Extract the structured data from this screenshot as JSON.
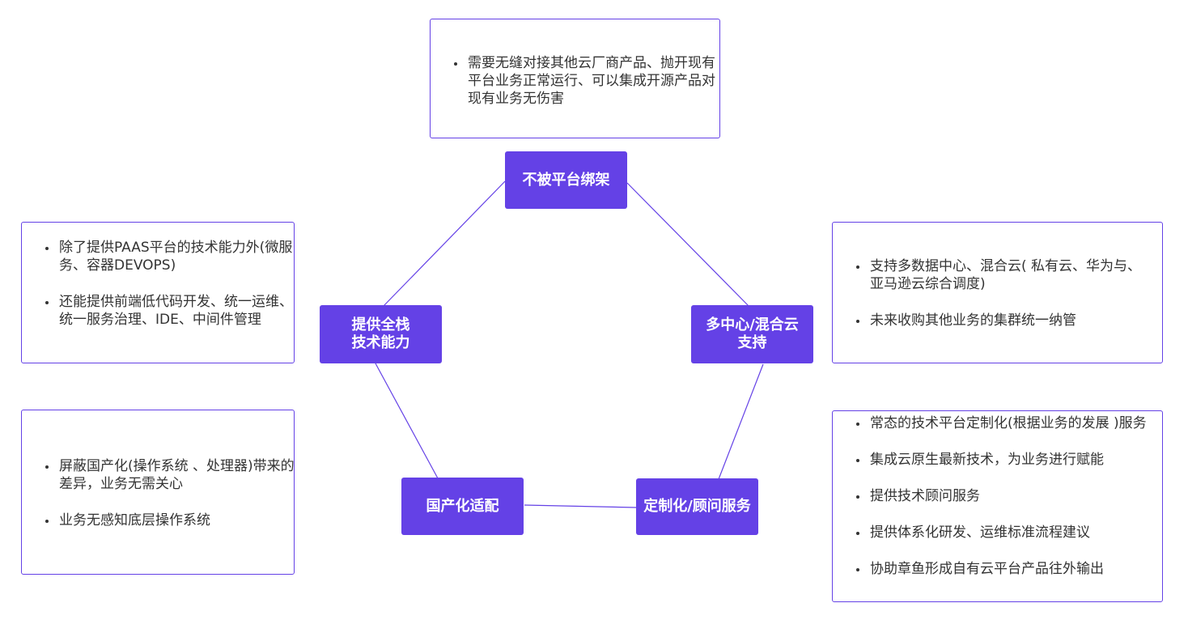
{
  "colors": {
    "node": "#6441e6",
    "node_text": "#ffffff",
    "card_border": "#6441e6",
    "text": "#333333"
  },
  "nodes": {
    "top": "不被平台绑架",
    "right": "多中心/混合云\n支持",
    "bottom_right": "定制化/顾问服务",
    "bottom_left": "国产化适配",
    "left": "提供全栈\n技术能力"
  },
  "cards": {
    "top": [
      "需要无缝对接其他云厂商产品、抛开现有平台业务正常运行、可以集成开源产品对现有业务无伤害"
    ],
    "left": [
      "除了提供PAAS平台的技术能力外(微服务、容器DEVOPS)",
      "还能提供前端低代码开发、统一运维、统一服务治理、IDE、中间件管理"
    ],
    "bottom_left": [
      "屏蔽国产化(操作系统 、处理器)带来的差异，业务无需关心",
      "业务无感知底层操作系统"
    ],
    "right": [
      "支持多数据中心、混合云( 私有云、华为与、亚马逊云综合调度)",
      "未来收购其他业务的集群统一纳管"
    ],
    "bottom_right": [
      "常态的技术平台定制化(根据业务的发展 )服务",
      "集成云原生最新技术，为业务进行赋能",
      "提供技术顾问服务",
      "提供体系化研发、运维标准流程建议",
      "协助章鱼形成自有云平台产品往外输出"
    ]
  }
}
